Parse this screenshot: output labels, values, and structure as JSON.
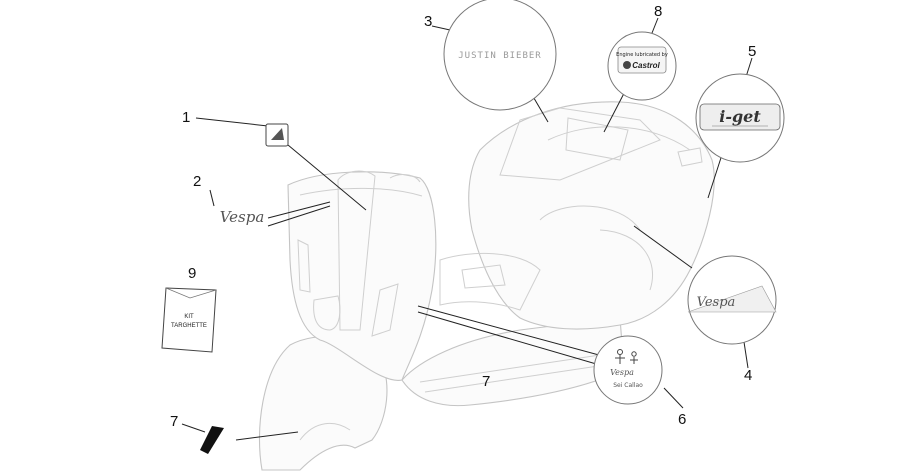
{
  "callouts": [
    {
      "num": "1"
    },
    {
      "num": "2"
    },
    {
      "num": "3"
    },
    {
      "num": "4"
    },
    {
      "num": "5"
    },
    {
      "num": "6"
    },
    {
      "num": "7"
    },
    {
      "num": "7"
    },
    {
      "num": "8"
    },
    {
      "num": "9"
    }
  ],
  "decals": {
    "justin_bieber": "JUSTIN BIEBER",
    "vespa_script": "Vespa",
    "iget_logo": "i-get",
    "castrol_top": "Engine lubricated by",
    "castrol_brand": "Castrol",
    "kit_line1": "KIT",
    "kit_line2": "TARGHETTE",
    "sei_callao": "Sei Callao"
  },
  "colors": {
    "line": "#222222",
    "outline": "#c4c4c4",
    "circle": "#777777"
  }
}
